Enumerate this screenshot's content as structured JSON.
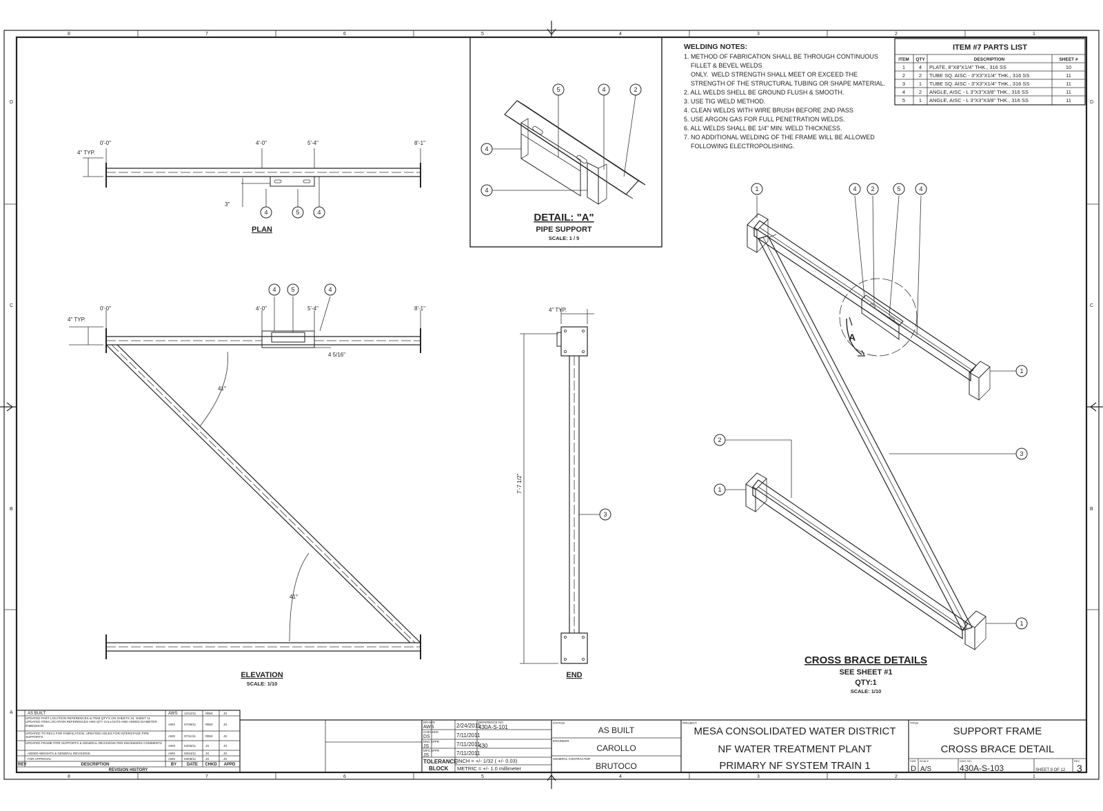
{
  "border": {
    "cols": [
      "8",
      "7",
      "6",
      "5",
      "4",
      "3",
      "2",
      "1"
    ],
    "rows": [
      "D",
      "C",
      "B",
      "A"
    ]
  },
  "plan": {
    "title": "PLAN",
    "dims": [
      "0'-0\"",
      "4'-0\"",
      "5'-4\"",
      "8'-1\"",
      "4\" TYP.",
      "3\""
    ],
    "balloons": [
      "4",
      "5",
      "4"
    ]
  },
  "elevation": {
    "title": "ELEVATION",
    "scale": "SCALE: 1/10",
    "dims": [
      "0'-0\"",
      "4'-0\"",
      "5'-4\"",
      "8'-1\"",
      "4\" TYP.",
      "4 5/16\""
    ],
    "angles": [
      "41°",
      "41°"
    ],
    "balloons": [
      "4",
      "5",
      "4"
    ]
  },
  "detail": {
    "title": "DETAIL:  \"A\"",
    "subtitle": "PIPE SUPPORT",
    "scale": "SCALE: 1 / 5",
    "balloons": [
      "5",
      "4",
      "2",
      "4",
      "4"
    ]
  },
  "end_view": {
    "title": "END",
    "dims": [
      "4\" TYP.",
      "7'-7 1/2\""
    ],
    "balloons": [
      "3"
    ]
  },
  "welding_notes": {
    "title": "WELDING NOTES:",
    "lines": [
      "1. METHOD OF FABRICATION SHALL BE THROUGH CONTINUOUS",
      "    FILLET & BEVEL WELDS",
      "    ONLY.  WELD STRENGTH SHALL MEET OR EXCEED THE",
      "    STRENGTH OF THE STRUCTURAL TUBING OR SHAPE MATERIAL.",
      "2. ALL WELDS SHELL BE GROUND FLUSH & SMOOTH.",
      "3. USE TIG WELD METHOD.",
      "4. CLEAN WELDS WITH WIRE BRUSH BEFORE 2ND PASS",
      "5. USE ARGON GAS FOR FULL PENETRATION WELDS.",
      "6. ALL WELDS SHALL BE 1/4\" MIN. WELD THICKNESS.",
      "7. NO ADDITIONAL WELDING OF THE FRAME WILL BE ALLOWED",
      "    FOLLOWING ELECTROPOLISHING."
    ]
  },
  "parts_list": {
    "title": "ITEM #7 PARTS LIST",
    "headers": [
      "ITEM",
      "QTY",
      "DESCRIPTION",
      "SHEET #"
    ],
    "rows": [
      [
        "1",
        "4",
        "PLATE, 8\"X8\"X1/4\" THK., 316 SS",
        "10"
      ],
      [
        "2",
        "2",
        "TUBE SQ. AISC - 3\"X3\"X1/4\" THK., 316 SS",
        "11"
      ],
      [
        "3",
        "1",
        "TUBE SQ. AISC - 3\"X3\"X1/4\" THK., 316 SS",
        "11"
      ],
      [
        "4",
        "2",
        "ANGLE, AISC - L 3\"X3\"X3/8\" THK., 316 SS",
        "11"
      ],
      [
        "5",
        "1",
        "ANGLE, AISC - L 3\"X3\"X3/8\" THK., 316 SS",
        "11"
      ]
    ]
  },
  "cross_brace": {
    "title": "CROSS BRACE DETAILS",
    "sub1": "SEE SHEET #1",
    "sub2": "QTY:1",
    "scale": "SCALE: 1/10",
    "section_letter": "A",
    "balloons": [
      "1",
      "4",
      "2",
      "5",
      "4",
      "1",
      "3",
      "2",
      "1",
      "1"
    ]
  },
  "revision": {
    "title": "REVISION HISTORY",
    "headers": [
      "REV",
      "DESCRIPTION",
      "BY",
      "DATE",
      "CHKD",
      "APPD"
    ],
    "rows": [
      [
        "",
        "AS BUILT",
        "AWS",
        "12/12/11",
        "RBW",
        "JS"
      ],
      [
        "",
        "UPDATED PART LOCATION REFERENCES & ITEM QTY'S ON SHEETS 10, SHEET 11 UPDATED ITEM LOCATION REFERENCES AND QTY CALLOUTS AND ADDED DIAMETER DIMENSION",
        "AWS",
        "07/28/11",
        "RBW",
        "JS"
      ],
      [
        "",
        "UPDATED TO REV1 FOR FABRICATION, UPDATED HOLES FOR INTERSTAGE PIPE SUPPORTS",
        "AWS",
        "07/11/11",
        "RBW",
        "JS"
      ],
      [
        "",
        "UPDATED FRAME PIPE SUPPORTS & GENERAL REVISIONS PER ENGINEERS COMMENTS",
        "AWS",
        "04/25/11",
        "JS",
        "JS"
      ],
      [
        "",
        "ADDED WEIGHTS & GENERAL REVISIONS",
        "AWS",
        "03/24/11",
        "JS",
        "JS"
      ],
      [
        "",
        "FOR APPROVAL",
        "AWS",
        "03/09/11",
        "JS",
        "JS"
      ]
    ]
  },
  "title_block": {
    "drawn_label": "DRAWN",
    "drawn_by": "AWS",
    "drawn_date": "2/24/2011",
    "checked_label": "CHECKED",
    "checked_by": "DS",
    "checked_date": "7/11/2011",
    "eng_label": "ENG APPR",
    "eng_by": "JS",
    "eng_date": "7/11/2011",
    "mfg_label": "MFG APPR",
    "mfg_by": "JS",
    "mfg_date": "7/11/2011",
    "ref_label": "REFERENCE NO.",
    "ref_value": "430A-S-101",
    "ref_no": "430",
    "tolerance_label": "TOLERANCE",
    "block_label": "BLOCK",
    "tol_inch": "INCH = +/- 1/32 ( +/- 0.03)",
    "tol_metric": "METRIC = +/- 1.0 millimeter",
    "status_label": "STATUS",
    "status": "AS BUILT",
    "engineer_label": "ENGINEER",
    "engineer": "CAROLLO",
    "gc_label": "GENERAL CONTRACTOR",
    "gc": "BRUTOCO",
    "project_label": "PROJECT",
    "project_line1": "MESA CONSOLIDATED WATER DISTRICT",
    "project_line2": "NF WATER TREATMENT PLANT",
    "project_line3": "PRIMARY NF SYSTEM TRAIN 1",
    "title_label": "TITLE",
    "title_line1": "SUPPORT FRAME",
    "title_line2": "CROSS BRACE DETAIL",
    "size_label": "SIZE",
    "size": "D",
    "scale_label": "SCALE",
    "scale": "A/S",
    "dwg_label": "DWG NO.",
    "dwg_no": "430A-S-103",
    "sheet": "SHEET 9  OF 12",
    "rev_label": "REV",
    "rev": "3"
  }
}
